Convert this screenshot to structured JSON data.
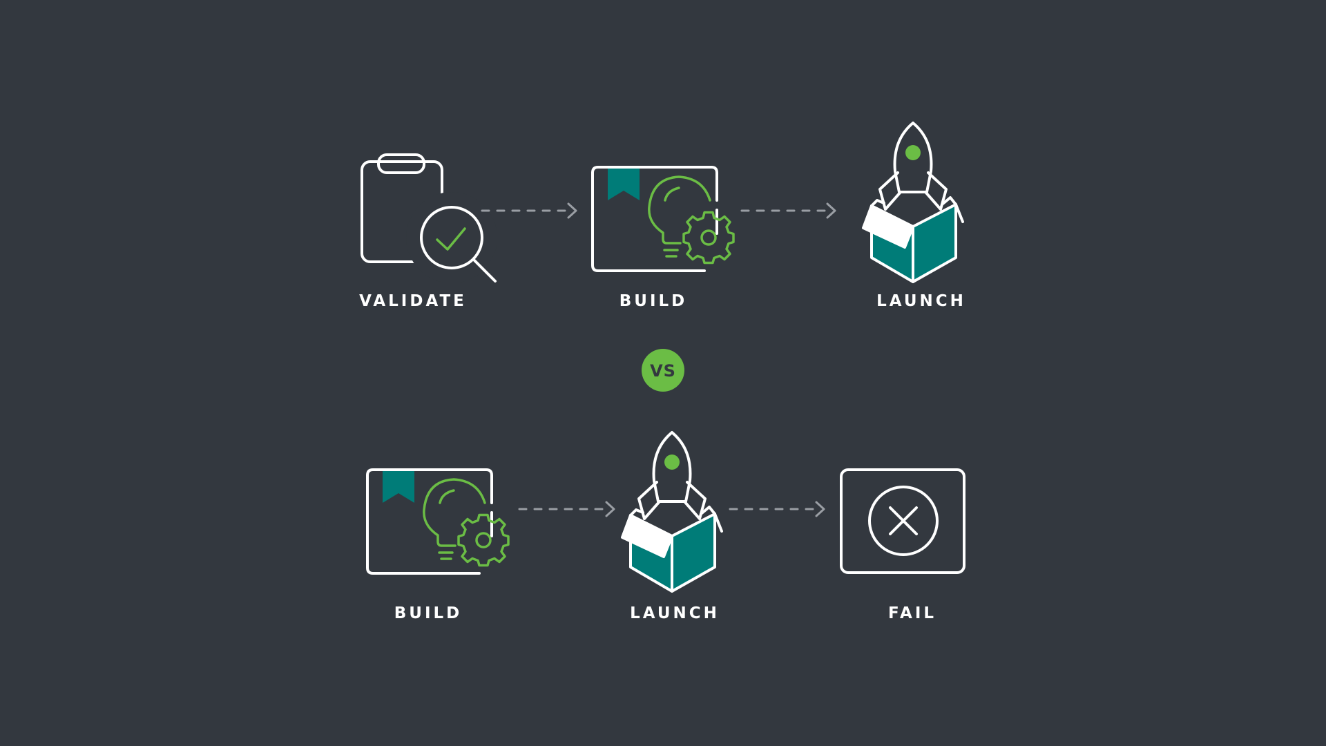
{
  "colors": {
    "background": "#33383f",
    "teal": "#007c78",
    "green": "#6bbd45",
    "line": "#ffffff",
    "arrow": "#9a9ea4"
  },
  "top_flow": {
    "steps": [
      {
        "label": "VALIDATE",
        "icon": "clipboard-magnifier-check-icon"
      },
      {
        "label": "BUILD",
        "icon": "lightbulb-gear-board-icon"
      },
      {
        "label": "LAUNCH",
        "icon": "rocket-box-icon"
      }
    ]
  },
  "divider": {
    "label": "VS"
  },
  "bottom_flow": {
    "steps": [
      {
        "label": "BUILD",
        "icon": "lightbulb-gear-board-icon"
      },
      {
        "label": "LAUNCH",
        "icon": "rocket-box-icon"
      },
      {
        "label": "FAIL",
        "icon": "x-circle-icon"
      }
    ]
  }
}
